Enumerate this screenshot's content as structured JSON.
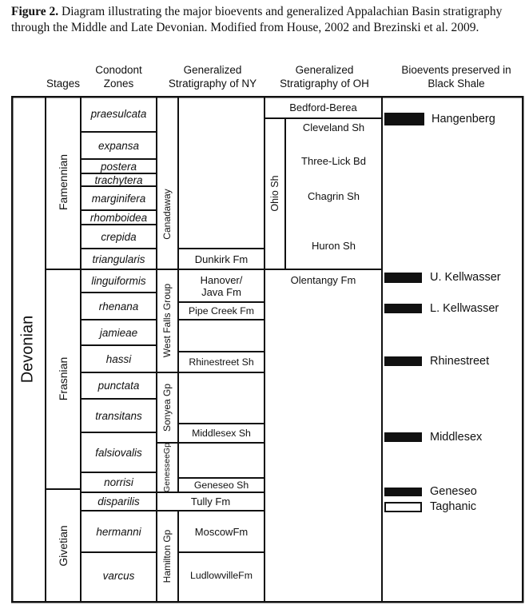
{
  "caption": {
    "label": "Figure 2.",
    "body": " Diagram illustrating the major bioevents and generalized Appalachian Basin stratigraphy through the Middle and Late Devonian. Modified from House, 2002 and Brezinski et al. 2009."
  },
  "headers": {
    "stages": "Stages",
    "conodont_zones": "Conodont Zones",
    "ny": "Generalized Stratigraphy of NY",
    "oh": "Generalized Stratigraphy of OH",
    "bioevents": "Bioevents preserved in Black Shale"
  },
  "period": "Devonian",
  "stages": [
    "Famennian",
    "Frasnian",
    "Givetian"
  ],
  "conodont_zones": [
    "praesulcata",
    "expansa",
    "postera",
    "trachytera",
    "marginifera",
    "rhomboidea",
    "crepida",
    "triangularis",
    "linguiformis",
    "rhenana",
    "jamieae",
    "hassi",
    "punctata",
    "transitans",
    "falsiovalis",
    "norrisi",
    "disparilis",
    "hermanni",
    "varcus"
  ],
  "ny_groups": [
    "Canadaway",
    "West Falls Group",
    "Sonyea Gp",
    "GenesseeGp",
    "Hamilton Gp"
  ],
  "ny_formations": [
    "Dunkirk Fm",
    "Hanover/ Java Fm",
    "Pipe Creek Fm",
    "Rhinestreet Sh",
    "Middlesex Sh",
    "Geneseo Sh",
    "Tully Fm",
    "MoscowFm",
    "LudlowvilleFm"
  ],
  "oh_column": {
    "vertical_label": "Ohio Sh",
    "units": [
      "Bedford-Berea",
      "Cleveland Sh",
      "Three-Lick Bd",
      "Chagrin Sh",
      "Huron Sh",
      "Olentangy Fm"
    ]
  },
  "bioevents": [
    {
      "label": "Hangenberg",
      "filled": true
    },
    {
      "label": "U. Kellwasser",
      "filled": true
    },
    {
      "label": "L. Kellwasser",
      "filled": true
    },
    {
      "label": "Rhinestreet",
      "filled": true
    },
    {
      "label": "Middlesex",
      "filled": true
    },
    {
      "label": "Geneseo",
      "filled": true
    },
    {
      "label": "Taghanic",
      "filled": false
    }
  ],
  "colors": {
    "ink": "#111111",
    "background": "#ffffff"
  }
}
